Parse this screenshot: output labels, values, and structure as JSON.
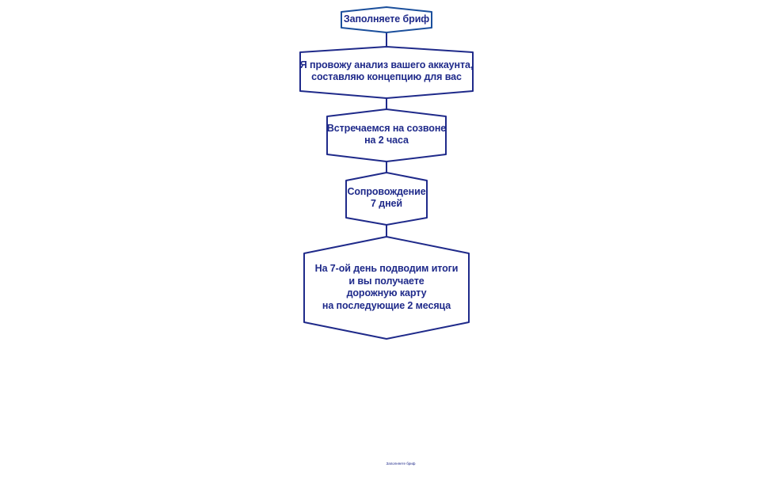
{
  "flow": {
    "nodes": [
      {
        "id": "step-1",
        "lines": [
          [
            {
              "text": "Заполняете бриф",
              "bold": false
            }
          ]
        ]
      },
      {
        "id": "step-2",
        "lines": [
          [
            {
              "text": "Я провожу анализ вашего аккаунта,",
              "bold": false
            }
          ],
          [
            {
              "text": "составляю концепцию для вас",
              "bold": false
            }
          ]
        ]
      },
      {
        "id": "step-3",
        "lines": [
          [
            {
              "text": "Встречаемся на созвоне",
              "bold": false
            }
          ],
          [
            {
              "text": "на ",
              "bold": false
            },
            {
              "text": "2",
              "bold": true
            },
            {
              "text": " часа",
              "bold": false
            }
          ]
        ]
      },
      {
        "id": "step-4",
        "lines": [
          [
            {
              "text": "Сопровождение",
              "bold": false
            }
          ],
          [
            {
              "text": "7",
              "bold": true
            },
            {
              "text": " дней",
              "bold": false
            }
          ]
        ]
      },
      {
        "id": "step-5",
        "lines": [
          [
            {
              "text": "На ",
              "bold": false
            },
            {
              "text": "7",
              "bold": true
            },
            {
              "text": "-ой день подводим итоги",
              "bold": false
            }
          ],
          [
            {
              "text": "и вы получаете",
              "bold": false
            }
          ],
          [
            {
              "text": "дорожную карту",
              "bold": false
            }
          ],
          [
            {
              "text": "на последующие ",
              "bold": false
            },
            {
              "text": "2",
              "bold": true
            },
            {
              "text": " месяца",
              "bold": false
            }
          ]
        ]
      }
    ]
  },
  "footer": {
    "caption": "Заполняете бриф"
  },
  "colors": {
    "stroke": "#1f2a8a",
    "stroke_first": "#1b4f9c",
    "text": "#1f2a8a",
    "background": "#ffffff"
  }
}
